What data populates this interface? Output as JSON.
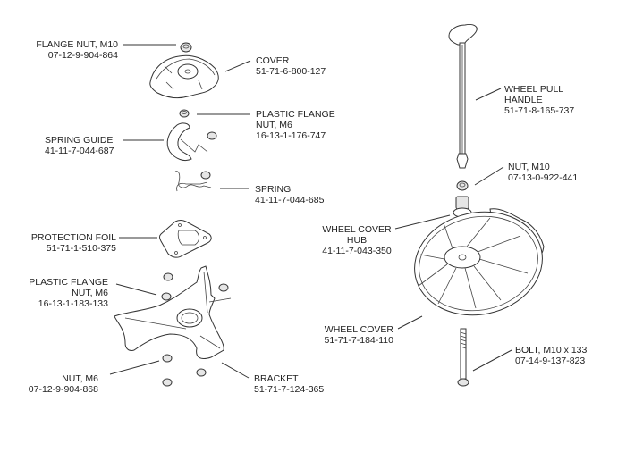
{
  "diagram": {
    "type": "exploded parts diagram",
    "parts": [
      {
        "id": "flange-nut-m10",
        "name": "FLANGE NUT, M10",
        "part_no": "07-12-9-904-864"
      },
      {
        "id": "cover",
        "name": "COVER",
        "part_no": "51-71-6-800-127"
      },
      {
        "id": "plastic-flange-nut-m6-top",
        "name_lines": [
          "PLASTIC FLANGE",
          "NUT, M6"
        ],
        "part_no": "16-13-1-176-747"
      },
      {
        "id": "spring-guide",
        "name": "SPRING GUIDE",
        "part_no": "41-11-7-044-687"
      },
      {
        "id": "spring",
        "name": "SPRING",
        "part_no": "41-11-7-044-685"
      },
      {
        "id": "protection-foil",
        "name": "PROTECTION FOIL",
        "part_no": "51-71-1-510-375"
      },
      {
        "id": "plastic-flange-nut-m6-bottom",
        "name_lines": [
          "PLASTIC FLANGE",
          "NUT, M6"
        ],
        "part_no": "16-13-1-183-133"
      },
      {
        "id": "nut-m6",
        "name": "NUT, M6",
        "part_no": "07-12-9-904-868"
      },
      {
        "id": "bracket",
        "name": "BRACKET",
        "part_no": "51-71-7-124-365"
      },
      {
        "id": "wheel-pull-handle",
        "name_lines": [
          "WHEEL PULL",
          "HANDLE"
        ],
        "part_no": "51-71-8-165-737"
      },
      {
        "id": "nut-m10",
        "name": "NUT, M10",
        "part_no": "07-13-0-922-441"
      },
      {
        "id": "wheel-cover-hub",
        "name_lines": [
          "WHEEL COVER",
          "HUB"
        ],
        "part_no": "41-11-7-043-350"
      },
      {
        "id": "wheel-cover",
        "name": "WHEEL COVER",
        "part_no": "51-71-7-184-110"
      },
      {
        "id": "bolt-m10x133",
        "name": "BOLT, M10 x 133",
        "part_no": "07-14-9-137-823"
      }
    ]
  }
}
